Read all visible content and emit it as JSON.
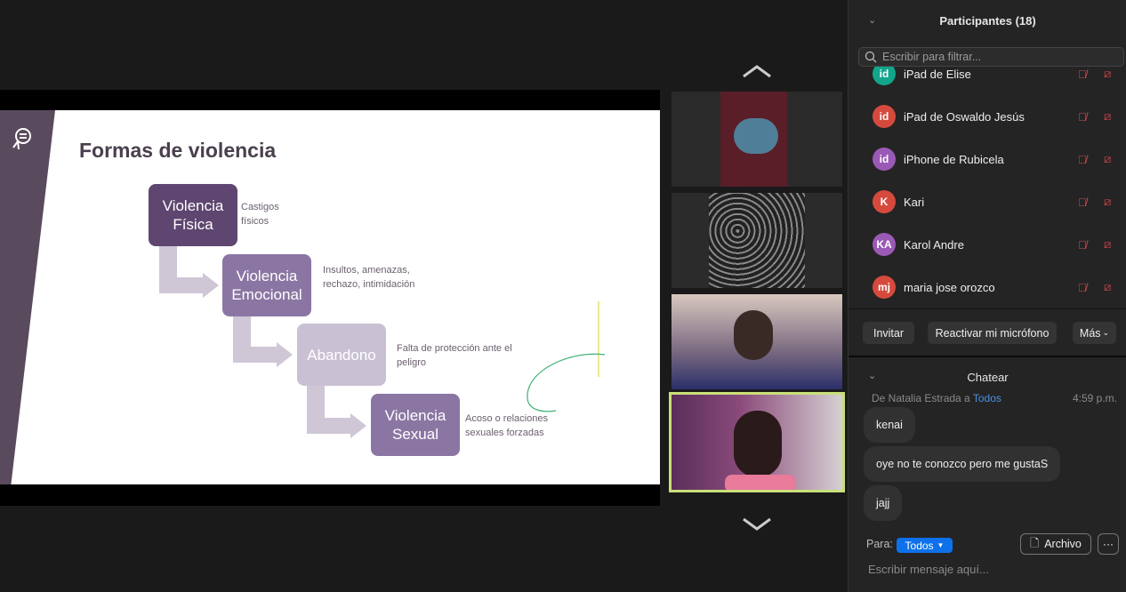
{
  "slide": {
    "title": "Formas de violencia",
    "steps": [
      {
        "label": "Violencia Física",
        "desc": "Castigos físicos",
        "color": "#5e4670"
      },
      {
        "label": "Violencia Emocional",
        "desc": "Insultos, amenazas, rechazo, intimidación",
        "color": "#8b76a3"
      },
      {
        "label": "Abandono",
        "desc": "Falta de protección ante el peligro",
        "color": "#cac0d3"
      },
      {
        "label": "Violencia Sexual",
        "desc": "Acoso o relaciones sexuales forzadas",
        "color": "#8b76a3"
      }
    ]
  },
  "participants": {
    "title": "Participantes (18)",
    "filter_placeholder": "Escribir para filtrar...",
    "items": [
      {
        "initials": "id",
        "name": "iPad de Elise",
        "color": "#12a58c"
      },
      {
        "initials": "id",
        "name": "iPad de Oswaldo Jesús",
        "color": "#d64a3e"
      },
      {
        "initials": "id",
        "name": "iPhone de Rubicela",
        "color": "#9b59b6"
      },
      {
        "initials": "K",
        "name": "Kari",
        "color": "#d64a3e"
      },
      {
        "initials": "KA",
        "name": "Karol Andre",
        "color": "#9b59b6"
      },
      {
        "initials": "mj",
        "name": "maria jose orozco",
        "color": "#d64a3e"
      }
    ],
    "buttons": {
      "invite": "Invitar",
      "unmute": "Reactivar mi micrófono",
      "more": "Más"
    }
  },
  "chat": {
    "title": "Chatear",
    "from": "De Natalia Estrada a",
    "to": "Todos",
    "time": "4:59 p.m.",
    "messages": [
      "kenai",
      "oye no te conozco pero me gustaS",
      "jajj"
    ],
    "to_label": "Para:",
    "recipient": "Todos",
    "file_button": "Archivo",
    "input_placeholder": "Escribir mensaje aquí..."
  }
}
